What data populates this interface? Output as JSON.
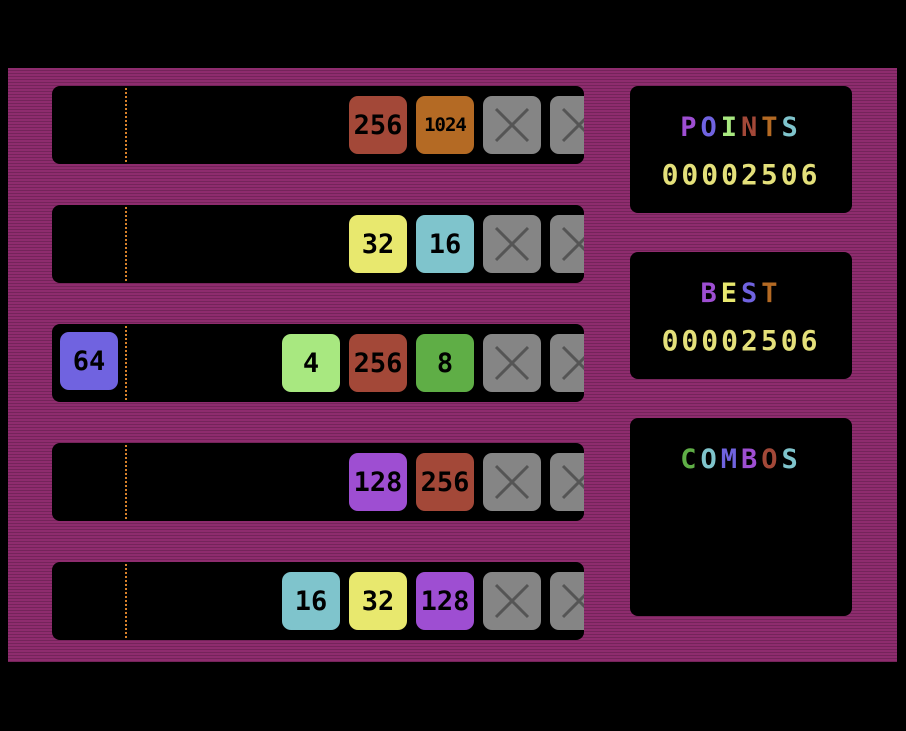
{
  "colors": {
    "background": "#8e2c6e",
    "tile_2": "#e8e86e",
    "tile_4": "#a8e880",
    "tile_8": "#5fae46",
    "tile_16": "#7fc4cc",
    "tile_32": "#e8e86e",
    "tile_64": "#7063e0",
    "tile_128": "#9e4ed2",
    "tile_256": "#a34838",
    "tile_1024": "#b46a24",
    "blocked": "#858585",
    "score_digits": "#e4e07a"
  },
  "lanes": [
    {
      "tiles": [
        {
          "label": "256",
          "color": "#a34838",
          "kind": "number"
        },
        {
          "label": "1024",
          "color": "#b46a24",
          "kind": "number"
        },
        {
          "label": "",
          "color": "#858585",
          "kind": "blocked",
          "icon": "x-icon"
        },
        {
          "label": "",
          "color": "#858585",
          "kind": "blocked",
          "icon": "x-icon"
        }
      ]
    },
    {
      "tiles": [
        {
          "label": "32",
          "color": "#e8e86e",
          "kind": "number"
        },
        {
          "label": "16",
          "color": "#7fc4cc",
          "kind": "number"
        },
        {
          "label": "",
          "color": "#858585",
          "kind": "blocked",
          "icon": "x-icon"
        },
        {
          "label": "",
          "color": "#858585",
          "kind": "blocked",
          "icon": "x-icon"
        }
      ]
    },
    {
      "tiles": [
        {
          "label": "4",
          "color": "#a8e880",
          "kind": "number"
        },
        {
          "label": "256",
          "color": "#a34838",
          "kind": "number"
        },
        {
          "label": "8",
          "color": "#5fae46",
          "kind": "number"
        },
        {
          "label": "",
          "color": "#858585",
          "kind": "blocked",
          "icon": "x-icon"
        },
        {
          "label": "",
          "color": "#858585",
          "kind": "blocked",
          "icon": "x-icon"
        }
      ]
    },
    {
      "tiles": [
        {
          "label": "128",
          "color": "#9e4ed2",
          "kind": "number"
        },
        {
          "label": "256",
          "color": "#a34838",
          "kind": "number"
        },
        {
          "label": "",
          "color": "#858585",
          "kind": "blocked",
          "icon": "x-icon"
        },
        {
          "label": "",
          "color": "#858585",
          "kind": "blocked",
          "icon": "x-icon"
        }
      ]
    },
    {
      "tiles": [
        {
          "label": "16",
          "color": "#7fc4cc",
          "kind": "number"
        },
        {
          "label": "32",
          "color": "#e8e86e",
          "kind": "number"
        },
        {
          "label": "128",
          "color": "#9e4ed2",
          "kind": "number"
        },
        {
          "label": "",
          "color": "#858585",
          "kind": "blocked",
          "icon": "x-icon"
        },
        {
          "label": "",
          "color": "#858585",
          "kind": "blocked",
          "icon": "x-icon"
        }
      ]
    }
  ],
  "incoming_tile": {
    "label": "64",
    "color": "#7063e0",
    "lane": 3
  },
  "points": {
    "title_letters": [
      {
        "ch": "P",
        "color": "#9e4ed2"
      },
      {
        "ch": "O",
        "color": "#7063e0"
      },
      {
        "ch": "I",
        "color": "#a8e880"
      },
      {
        "ch": "N",
        "color": "#a34838"
      },
      {
        "ch": "T",
        "color": "#b46a24"
      },
      {
        "ch": "S",
        "color": "#7fc4cc"
      }
    ],
    "value": "00002506"
  },
  "best": {
    "title_letters": [
      {
        "ch": "B",
        "color": "#9e4ed2"
      },
      {
        "ch": "E",
        "color": "#e8e86e"
      },
      {
        "ch": "S",
        "color": "#7063e0"
      },
      {
        "ch": "T",
        "color": "#b46a24"
      }
    ],
    "value": "00002506"
  },
  "combos": {
    "title_letters": [
      {
        "ch": "C",
        "color": "#5fae46"
      },
      {
        "ch": "O",
        "color": "#7fc4cc"
      },
      {
        "ch": "M",
        "color": "#7063e0"
      },
      {
        "ch": "B",
        "color": "#9e4ed2"
      },
      {
        "ch": "O",
        "color": "#a34838"
      },
      {
        "ch": "S",
        "color": "#7fc4cc"
      }
    ]
  }
}
